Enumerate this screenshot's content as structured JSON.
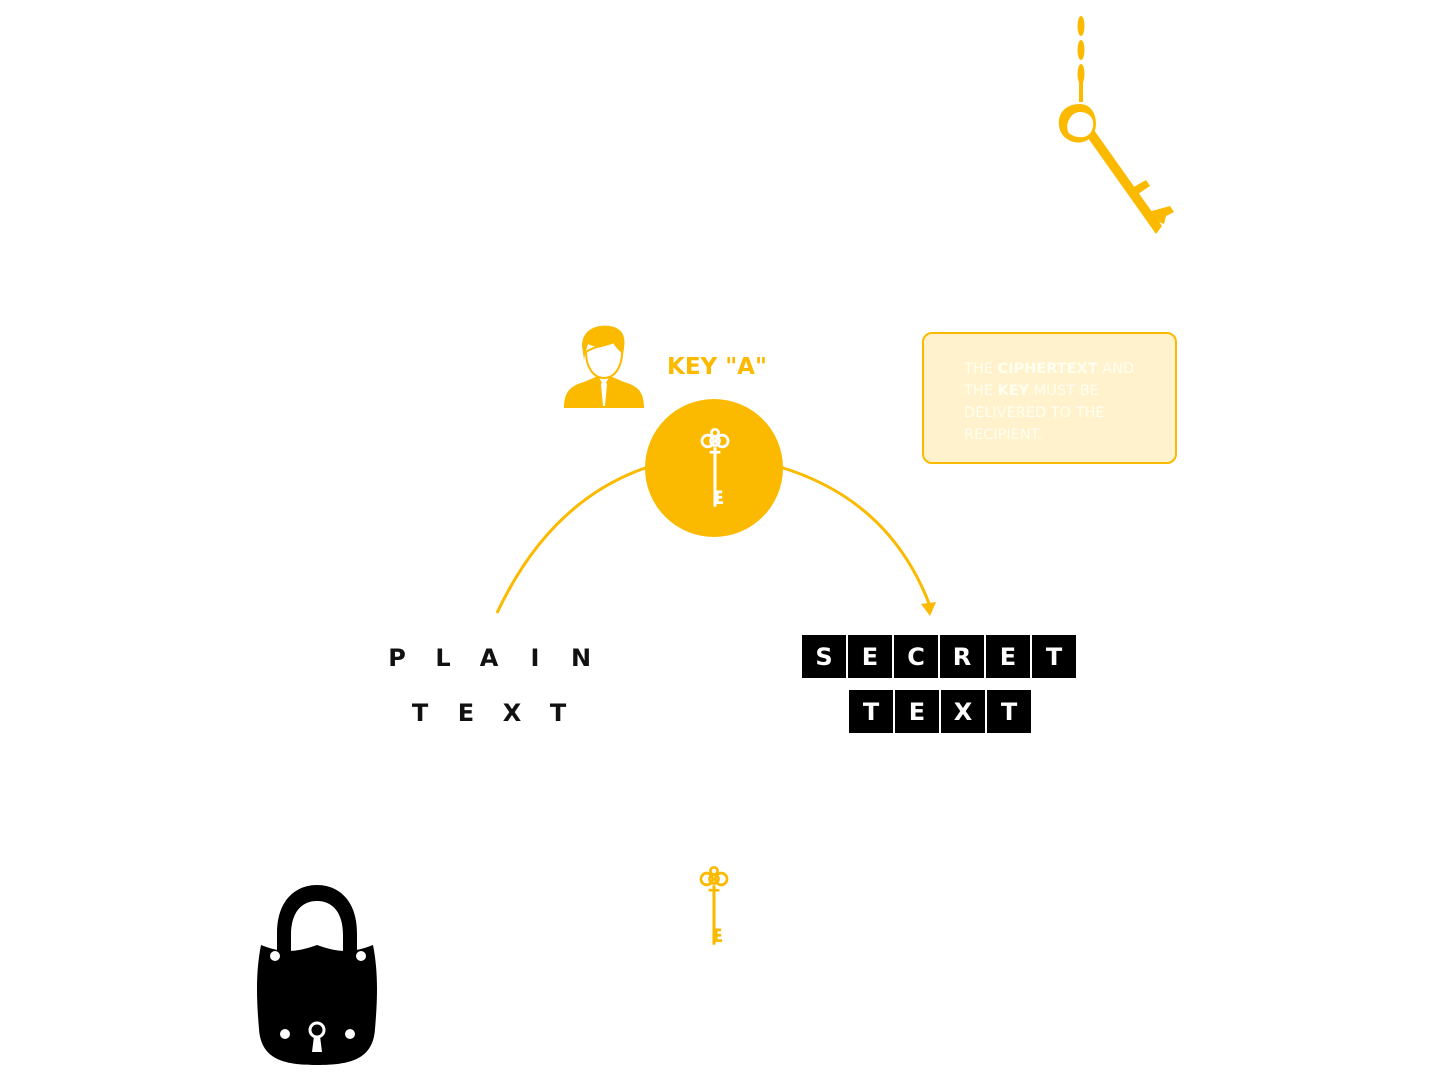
{
  "colors": {
    "accent": "#FBBA00",
    "note_bg": "#FFF2CC",
    "dark": "#000000"
  },
  "key_label": "KEY \"A\"",
  "plain_text": {
    "line1": [
      "P",
      "L",
      "A",
      "I",
      "N"
    ],
    "line2": [
      "T",
      "E",
      "X",
      "T"
    ]
  },
  "secret_text": {
    "line1": [
      "S",
      "E",
      "C",
      "R",
      "E",
      "T"
    ],
    "line2": [
      "T",
      "E",
      "X",
      "T"
    ]
  },
  "note": {
    "p1": "THE ",
    "b1": "CIPHERTEXT",
    "p2": " AND THE ",
    "b2": "KEY",
    "p3": " MUST BE DELIVERED TO THE RECIPIENT."
  },
  "icons": [
    "person-icon",
    "key-icon",
    "hanging-key-icon",
    "padlock-icon",
    "arrow-icon"
  ]
}
